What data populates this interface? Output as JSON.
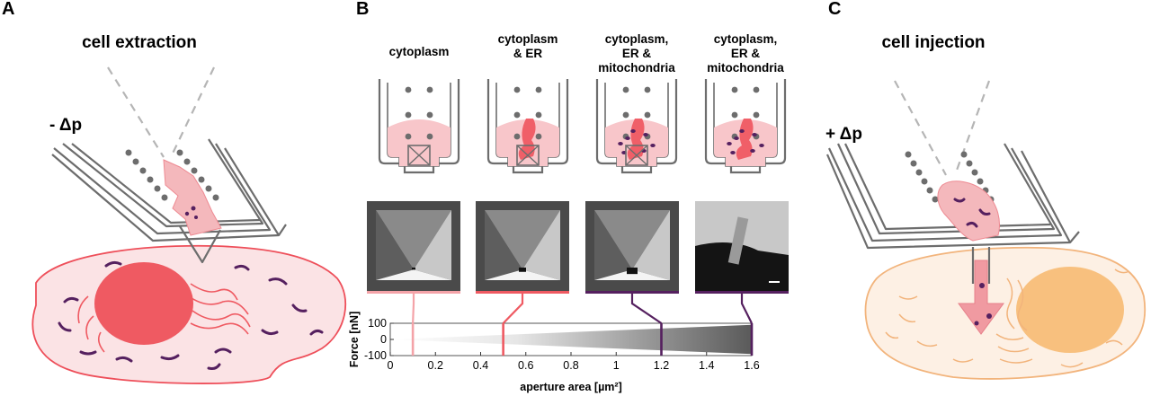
{
  "panels": {
    "A": {
      "letter": "A",
      "title": "cell extraction",
      "pressure": "- Δp"
    },
    "B": {
      "letter": "B",
      "columns": [
        {
          "label_lines": [
            "cytoplasm"
          ]
        },
        {
          "label_lines": [
            "cytoplasm",
            "& ER"
          ]
        },
        {
          "label_lines": [
            "cytoplasm,",
            "ER &",
            "mitochondria"
          ]
        },
        {
          "label_lines": [
            "cytoplasm,",
            "ER &",
            "mitochondria"
          ]
        }
      ]
    },
    "C": {
      "letter": "C",
      "title": "cell injection",
      "pressure": "+ Δp"
    }
  },
  "colors": {
    "cell_pink": "#fbe3e5",
    "cell_outline_pink": "#ee4f5a",
    "nucleus_red": "#ef5a62",
    "cell_orange": "#fdf0e4",
    "cell_outline_orange": "#f2b47c",
    "nucleus_orange": "#f8c07e",
    "mito_purple": "#55205f",
    "probe_gray": "#6d6d6d",
    "line_light_pink": "#f4a3a8",
    "line_red": "#ef5a62",
    "line_purple": "#55205f"
  },
  "chart_data": {
    "type": "area",
    "xlabel": "aperture area [µm²]",
    "ylabel": "Force [nN]",
    "x_ticks": [
      "0",
      "0.2",
      "0.4",
      "0.6",
      "0.8",
      "1",
      "1.2",
      "1.4",
      "1.6"
    ],
    "y_ticks": [
      "100",
      "0",
      "-100"
    ],
    "xlim": [
      0,
      1.6
    ],
    "ylim": [
      -100,
      100
    ],
    "markers": [
      {
        "x": 0.1,
        "color": "#f4a3a8"
      },
      {
        "x": 0.5,
        "color": "#ef5a62"
      },
      {
        "x": 1.2,
        "color": "#55205f"
      },
      {
        "x": 1.6,
        "color": "#55205f"
      }
    ]
  }
}
